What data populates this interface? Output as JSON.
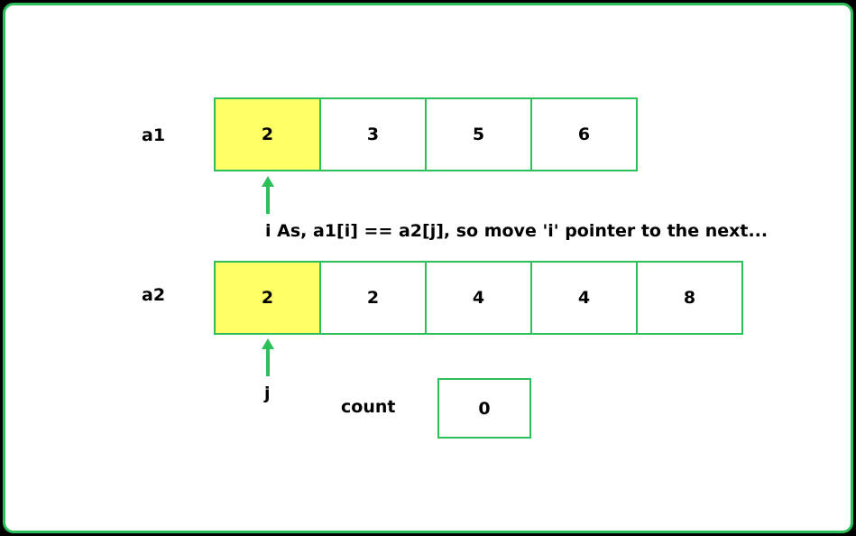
{
  "array1": {
    "label": "a1",
    "cells": [
      "2",
      "3",
      "5",
      "6"
    ],
    "highlight_index": 0
  },
  "array2": {
    "label": "a2",
    "cells": [
      "2",
      "2",
      "4",
      "4",
      "8"
    ],
    "highlight_index": 0
  },
  "pointers": {
    "i_label": "i",
    "j_label": "j"
  },
  "note": "As, a1[i] == a2[j], so move 'i' pointer to the next...",
  "count": {
    "label": "count",
    "value": "0"
  },
  "colors": {
    "border": "#2dbf5a",
    "highlight": "#ffff66",
    "background": "#ffffff"
  }
}
